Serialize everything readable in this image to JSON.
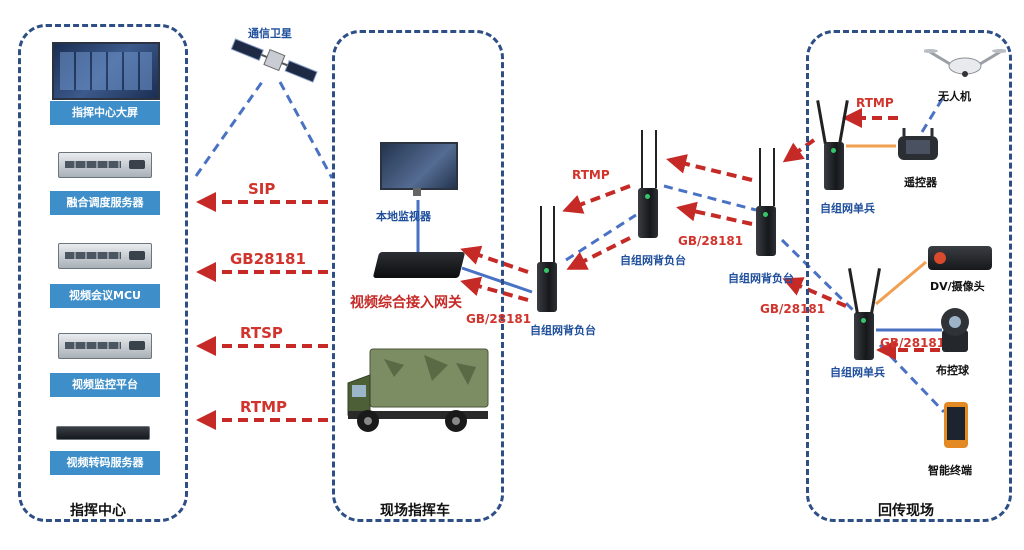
{
  "zones": {
    "command_center": "指挥中心",
    "vehicle": "现场指挥车",
    "field": "回传现场"
  },
  "command_center": {
    "items": [
      {
        "label": "指挥中心大屏"
      },
      {
        "label": "融合调度服务器"
      },
      {
        "label": "视频会议MCU"
      },
      {
        "label": "视频监控平台"
      },
      {
        "label": "视频转码服务器"
      }
    ]
  },
  "protocols": {
    "sip": "SIP",
    "gb": "GB28181",
    "rtsp": "RTSP",
    "rtmp": "RTMP"
  },
  "satellite": "通信卫星",
  "vehicle": {
    "monitor": "本地监视器",
    "gateway": "视频综合接入网关"
  },
  "relay": {
    "backpack": "自组网背负台",
    "soldier": "自组网单兵",
    "rtmp": "RTMP",
    "gb": "GB/28181"
  },
  "field": {
    "drone": "无人机",
    "remote": "遥控器",
    "camera": "DV/摄像头",
    "ptz": "布控球",
    "terminal": "智能终端"
  },
  "colors": {
    "red": "#c52a26",
    "blue": "#4a72c4",
    "zone": "#2d4f86",
    "orange": "#f0a050",
    "label_bg": "#3e8fc9"
  }
}
